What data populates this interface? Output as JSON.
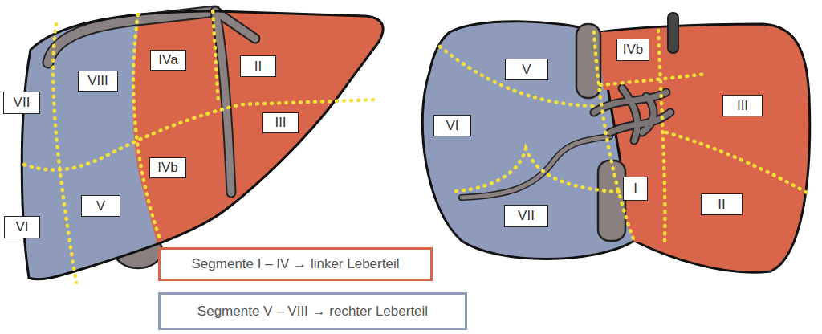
{
  "diagram": {
    "nodes": [
      {
        "text": [
          "VII"
        ]
      },
      {
        "text": [
          "VIII"
        ]
      },
      {
        "text": [
          "IVa"
        ]
      },
      {
        "text": [
          "II"
        ]
      },
      {
        "text": [
          "III"
        ]
      },
      {
        "text": [
          "IVb"
        ]
      },
      {
        "text": [
          "V"
        ]
      },
      {
        "text": [
          "VI"
        ]
      },
      {
        "text": [
          "V"
        ]
      },
      {
        "text": [
          "IVb"
        ]
      },
      {
        "text": [
          "III"
        ]
      },
      {
        "text": [
          "VI"
        ]
      },
      {
        "text": [
          "I"
        ]
      },
      {
        "text": [
          "VII"
        ]
      },
      {
        "text": [
          "II"
        ]
      }
    ],
    "legend": [
      {
        "text": "Segmente I – IV → linker Leberteil",
        "color": "#d9654a"
      },
      {
        "text": "Segmente V – VIII → rechter Leberteil",
        "color": "#8e9bbb"
      }
    ]
  }
}
